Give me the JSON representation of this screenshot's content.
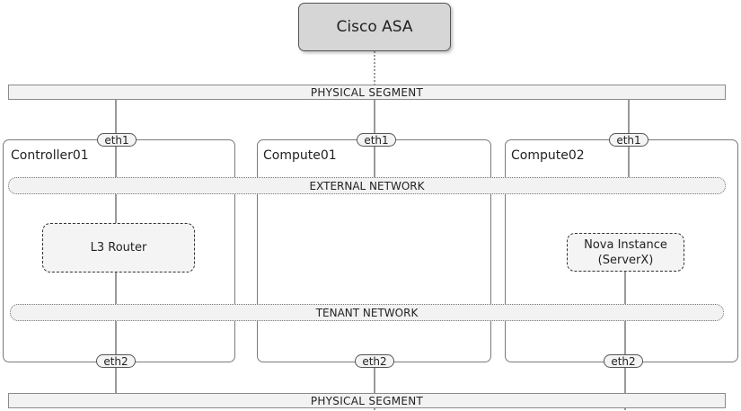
{
  "firewall": {
    "label": "Cisco ASA"
  },
  "segments": {
    "top": "PHYSICAL SEGMENT",
    "bottom": "PHYSICAL SEGMENT"
  },
  "networks": {
    "external": "EXTERNAL NETWORK",
    "tenant": "TENANT NETWORK"
  },
  "hosts": [
    {
      "name": "Controller01",
      "eth_top": "eth1",
      "eth_bottom": "eth2"
    },
    {
      "name": "Compute01",
      "eth_top": "eth1",
      "eth_bottom": "eth2"
    },
    {
      "name": "Compute02",
      "eth_top": "eth1",
      "eth_bottom": "eth2"
    }
  ],
  "components": {
    "router": "L3 Router",
    "instance_line1": "Nova Instance",
    "instance_line2": "(ServerX)"
  },
  "colors": {
    "box_fill": "#d6d6d6",
    "segment_fill": "#f2f2f2",
    "line": "#333333"
  }
}
